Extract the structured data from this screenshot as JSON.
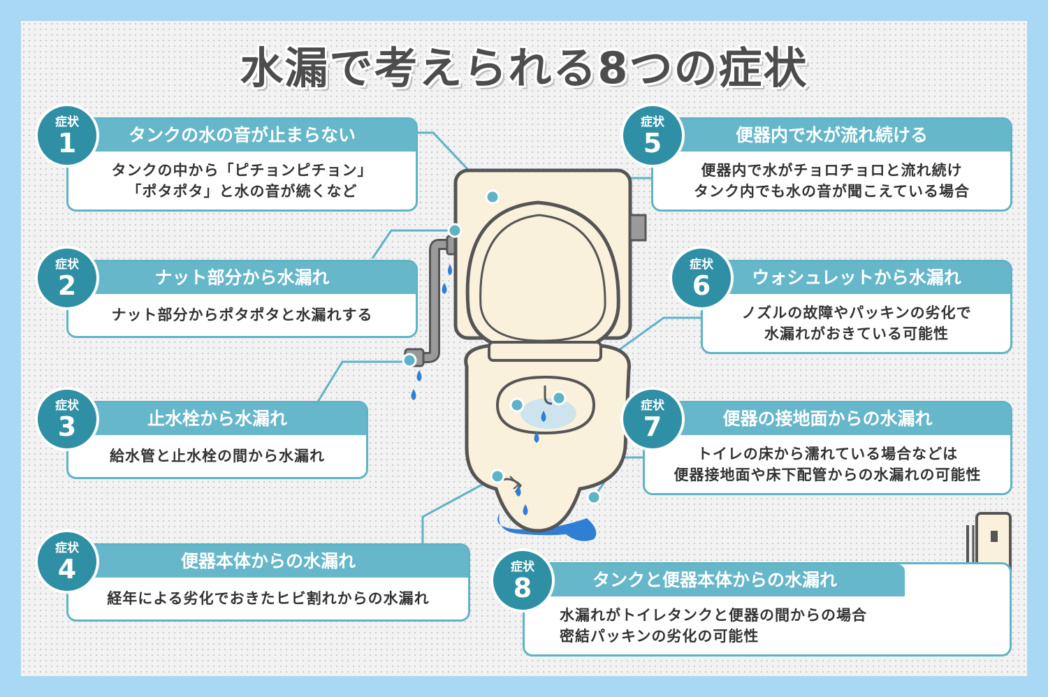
{
  "title": "水漏で考えられる8つの症状",
  "badge_label": "症状",
  "symptoms": [
    {
      "num": "1",
      "heading": "タンクの水の音が止まらない",
      "text": "タンクの中から「ピチョンピチョン」\n「ポタポタ」と水の音が続くなど"
    },
    {
      "num": "2",
      "heading": "ナット部分から水漏れ",
      "text": "ナット部分からポタポタと水漏れする"
    },
    {
      "num": "3",
      "heading": "止水栓から水漏れ",
      "text": "給水管と止水栓の間から水漏れ"
    },
    {
      "num": "4",
      "heading": "便器本体からの水漏れ",
      "text": "経年による劣化でおきたヒビ割れからの水漏れ"
    },
    {
      "num": "5",
      "heading": "便器内で水が流れ続ける",
      "text": "便器内で水がチョロチョロと流れ続け\nタンク内でも水の音が聞こえている場合"
    },
    {
      "num": "6",
      "heading": "ウォシュレットから水漏れ",
      "text": "ノズルの故障やパッキンの劣化で\n水漏れがおきている可能性"
    },
    {
      "num": "7",
      "heading": "便器の接地面からの水漏れ",
      "text": "トイレの床から濡れている場合などは\n便器接地面や床下配管からの水漏れの可能性"
    },
    {
      "num": "8",
      "heading": "タンクと便器本体からの水漏れ",
      "text": "水漏れがトイレタンクと便器の間からの場合\n密結パッキンの劣化の可能性"
    }
  ],
  "colors": {
    "accent": "#66b7c9",
    "badge": "#2f8fa5",
    "water": "#2f7fd4",
    "toilet": "#faf1dc",
    "outline": "#555555",
    "background": "#a9d8f5"
  }
}
